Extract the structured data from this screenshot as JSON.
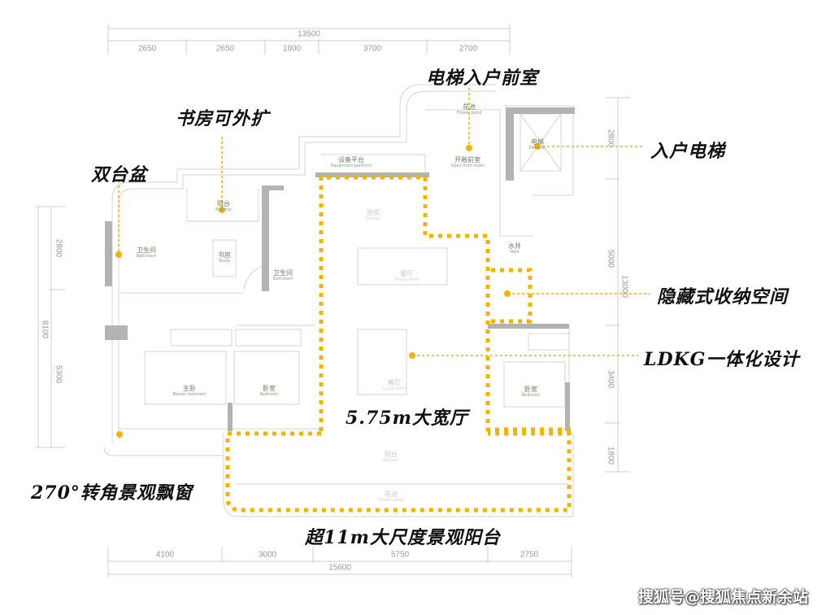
{
  "colors": {
    "accent": "#F5B300",
    "wall": "#b0b0b0",
    "line": "#d8d8d8",
    "text": "#111111"
  },
  "dimensions": {
    "top": {
      "total": "13500",
      "segments": [
        "2650",
        "2650",
        "1800",
        "3700",
        "2700"
      ]
    },
    "bottom": {
      "total": "15600",
      "segments": [
        "4100",
        "3000",
        "5750",
        "2750"
      ]
    },
    "left": {
      "total": "8100",
      "segments": [
        "2800",
        "5300"
      ]
    },
    "right": {
      "total": "13000",
      "segments": [
        "2800",
        "5000",
        "3400",
        "1800"
      ]
    }
  },
  "callouts": {
    "elevator_lobby": "电梯入户前室",
    "study_expand": "书房可外扩",
    "double_basin": "双台盆",
    "private_elevator": "入户电梯",
    "hidden_storage": "隐藏式收纳空间",
    "ldkg": "LDKG一体化设计",
    "wide_hall": "5.75m大宽厅",
    "bay_window": "270°转角景观飘窗",
    "balcony": "超11m大尺度景观阳台"
  },
  "rooms": [
    {
      "cn": "花池",
      "en": "Flower pond"
    },
    {
      "cn": "开敞前室",
      "en": "Open front room"
    },
    {
      "cn": "电梯",
      "en": "Elevator"
    },
    {
      "cn": "设备平台",
      "en": "Equipment platform"
    },
    {
      "cn": "阳台",
      "en": "Balcony"
    },
    {
      "cn": "卫生间",
      "en": "Bathroom"
    },
    {
      "cn": "书房",
      "en": "Study"
    },
    {
      "cn": "卫生间",
      "en": "Bathroom"
    },
    {
      "cn": "厨房",
      "en": "Kitchen"
    },
    {
      "cn": "餐厅",
      "en": "Dining room"
    },
    {
      "cn": "水井",
      "en": "Well"
    },
    {
      "cn": "客厅",
      "en": "Living room"
    },
    {
      "cn": "主卧",
      "en": "Master bedroom"
    },
    {
      "cn": "卧室",
      "en": "Bedroom"
    },
    {
      "cn": "卧室",
      "en": "Bedroom"
    },
    {
      "cn": "阳台",
      "en": "Balcony"
    },
    {
      "cn": "花池",
      "en": "Flower pond"
    }
  ],
  "watermark": "搜狐号@搜狐焦点新余站"
}
